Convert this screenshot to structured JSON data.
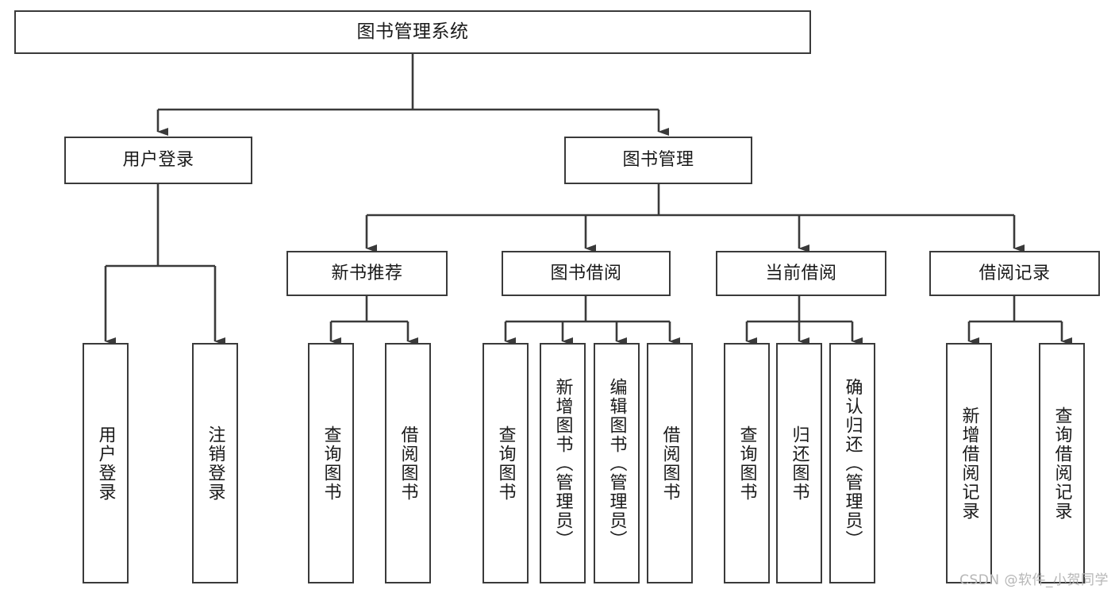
{
  "diagram": {
    "title": "图书管理系统",
    "type": "tree-hierarchy",
    "watermark": "CSDN @软件_小贺同学",
    "colors": {
      "stroke": "#3a3a3a",
      "fill": "#ffffff",
      "text": "#1a1a1a",
      "watermark": "#b6b6b6"
    },
    "nodes": {
      "root": {
        "label": "图书管理系统"
      },
      "level2": [
        {
          "id": "user-login",
          "label": "用户登录"
        },
        {
          "id": "book-manage",
          "label": "图书管理"
        }
      ],
      "level3": [
        {
          "id": "new-book-rec",
          "label": "新书推荐"
        },
        {
          "id": "book-borrow",
          "label": "图书借阅"
        },
        {
          "id": "current-borrow",
          "label": "当前借阅"
        },
        {
          "id": "borrow-record",
          "label": "借阅记录"
        }
      ],
      "leaves": {
        "user_login": [
          {
            "id": "leaf-user-login",
            "label": "用户登录"
          },
          {
            "id": "leaf-logout-login",
            "label": "注销登录"
          }
        ],
        "new_book_rec": [
          {
            "id": "leaf-query-book-1",
            "label": "查询图书"
          },
          {
            "id": "leaf-borrow-book-1",
            "label": "借阅图书"
          }
        ],
        "book_borrow": [
          {
            "id": "leaf-query-book-2",
            "label": "查询图书"
          },
          {
            "id": "leaf-add-book",
            "label": "新增图书（管理员）"
          },
          {
            "id": "leaf-edit-book",
            "label": "编辑图书（管理员）"
          },
          {
            "id": "leaf-borrow-book-2",
            "label": "借阅图书"
          }
        ],
        "current_borrow": [
          {
            "id": "leaf-query-book-3",
            "label": "查询图书"
          },
          {
            "id": "leaf-return-book",
            "label": "归还图书"
          },
          {
            "id": "leaf-confirm-return",
            "label": "确认归还（管理员）"
          }
        ],
        "borrow_record": [
          {
            "id": "leaf-add-record",
            "label": "新增借阅记录"
          },
          {
            "id": "leaf-query-record",
            "label": "查询借阅记录"
          }
        ]
      }
    }
  }
}
